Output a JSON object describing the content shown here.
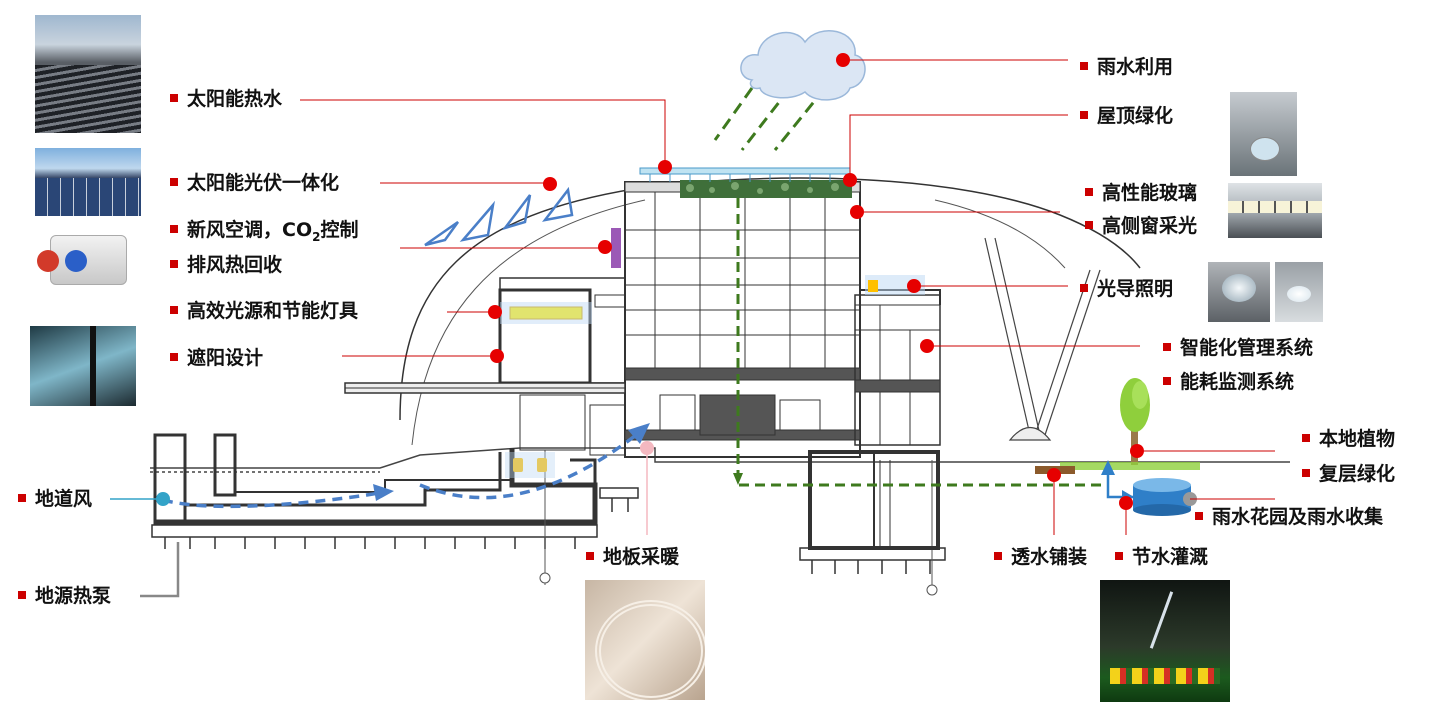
{
  "labels": {
    "solar_hot_water": "太阳能热水",
    "bipv": "太阳能光伏一体化",
    "fresh_air_prefix": "新风空调，CO",
    "fresh_air_sub": "2",
    "fresh_air_suffix": "控制",
    "exhaust_heat_recovery": "排风热回收",
    "efficient_lighting": "高效光源和节能灯具",
    "shading": "遮阳设计",
    "earth_tunnel": "地道风",
    "ground_source_heat_pump": "地源热泵",
    "floor_heating": "地板采暖",
    "rainwater_use": "雨水利用",
    "roof_greening": "屋顶绿化",
    "high_perf_glass": "高性能玻璃",
    "clerestory": "高侧窗采光",
    "light_pipe": "光导照明",
    "intelligent_mgmt": "智能化管理系统",
    "energy_monitoring": "能耗监测系统",
    "native_plants": "本地植物",
    "layered_greening": "复层绿化",
    "rain_garden": "雨水花园及雨水收集",
    "permeable_paving": "透水铺装",
    "water_saving_irrigation": "节水灌溉"
  },
  "colors": {
    "marker": "#cc0000",
    "leader_line": "#cc0000",
    "airflow": "#4a7fc8",
    "rain": "#3e7a1e",
    "drainage": "#3e7a1e",
    "structure": "#333333",
    "cloud": "#dbe6f4",
    "tree": "#8fcf3c",
    "lamp": "#ffee00",
    "heater": "#ffc000",
    "tank": "#2f7fc8",
    "duct": "#9b59b6"
  },
  "icons": {
    "marker": "red-dot-icon",
    "cloud": "cloud-icon",
    "tree": "tree-icon",
    "tank": "water-tank-icon"
  }
}
